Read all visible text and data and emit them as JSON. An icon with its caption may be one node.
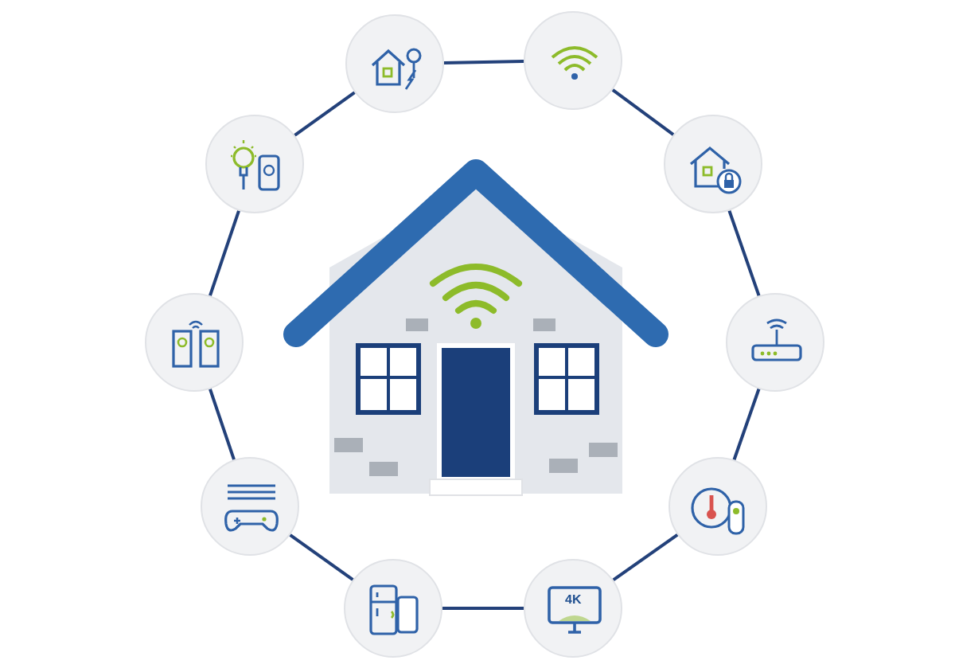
{
  "diagram": {
    "nodes": [
      {
        "text": [],
        "shape": "circle"
      },
      {
        "text": [],
        "shape": "circle"
      },
      {
        "text": [],
        "shape": "circle"
      },
      {
        "text": [],
        "shape": "circle"
      },
      {
        "text": [],
        "shape": "circle"
      },
      {
        "text": [],
        "shape": "circle"
      },
      {
        "text": [],
        "shape": "circle"
      },
      {
        "text": [],
        "shape": "circle"
      },
      {
        "text": [],
        "shape": "circle"
      },
      {
        "text": [],
        "shape": "circle"
      }
    ],
    "edges": [
      {
        "from": 0,
        "to": 1,
        "arrow": "none"
      },
      {
        "from": 1,
        "to": 2,
        "arrow": "none"
      },
      {
        "from": 2,
        "to": 3,
        "arrow": "none"
      },
      {
        "from": 3,
        "to": 4,
        "arrow": "none"
      },
      {
        "from": 4,
        "to": 5,
        "arrow": "none"
      },
      {
        "from": 5,
        "to": 6,
        "arrow": "none"
      },
      {
        "from": 6,
        "to": 7,
        "arrow": "none"
      },
      {
        "from": 7,
        "to": 8,
        "arrow": "none"
      },
      {
        "from": 8,
        "to": 9,
        "arrow": "none"
      },
      {
        "from": 9,
        "to": 0,
        "arrow": "none"
      }
    ],
    "labels": [
      "4K"
    ]
  }
}
